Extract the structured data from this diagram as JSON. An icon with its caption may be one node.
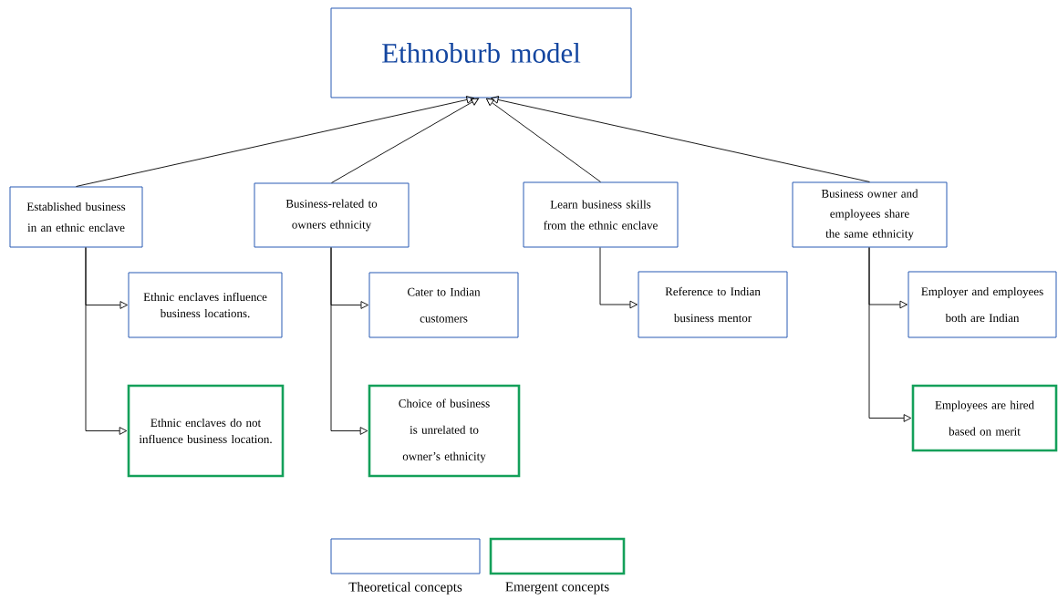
{
  "diagram": {
    "nodes": [
      {
        "text": [
          "Ethnoburb model"
        ]
      },
      {
        "text": [
          "Established business in an ethnic enclave"
        ]
      },
      {
        "text": [
          "Business-related to owners ethnicity"
        ]
      },
      {
        "text": [
          "Learn business skills from the ethnic enclave"
        ]
      },
      {
        "text": [
          "Business owner and employees share the same ethnicity"
        ]
      },
      {
        "text": [
          "Ethnic enclaves influence business locations."
        ]
      },
      {
        "text": [
          "Ethnic enclaves do not influence business location."
        ]
      },
      {
        "text": [
          "Cater to Indian customers"
        ]
      },
      {
        "text": [
          "Choice of business is unrelated to owner’s ethnicity"
        ]
      },
      {
        "text": [
          "Reference to Indian business mentor"
        ]
      },
      {
        "text": [
          "Employer and employees both are Indian"
        ]
      },
      {
        "text": [
          "Employees are hired based on merit"
        ]
      }
    ],
    "edges": [
      {
        "from": 1,
        "to": 0,
        "arrow": "to"
      },
      {
        "from": 2,
        "to": 0,
        "arrow": "to"
      },
      {
        "from": 3,
        "to": 0,
        "arrow": "to"
      },
      {
        "from": 4,
        "to": 0,
        "arrow": "to"
      },
      {
        "from": 1,
        "to": 5,
        "arrow": "to"
      },
      {
        "from": 1,
        "to": 6,
        "arrow": "to"
      },
      {
        "from": 2,
        "to": 7,
        "arrow": "to"
      },
      {
        "from": 2,
        "to": 8,
        "arrow": "to"
      },
      {
        "from": 3,
        "to": 9,
        "arrow": "to"
      },
      {
        "from": 4,
        "to": 10,
        "arrow": "to"
      },
      {
        "from": 4,
        "to": 11,
        "arrow": "to"
      }
    ],
    "legend": [
      {
        "text": "Theoretical concepts"
      },
      {
        "text": "Emergent concepts"
      }
    ]
  }
}
